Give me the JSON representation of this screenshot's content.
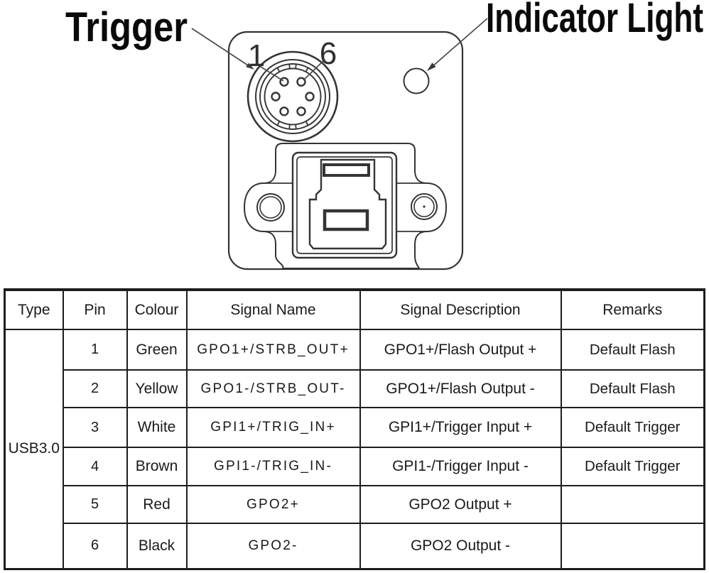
{
  "colors": {
    "background": "#ffffff",
    "drawing_line": "#343434",
    "table_border": "#1d1d1d",
    "text": "#141414"
  },
  "diagram": {
    "trigger_label": "Trigger",
    "indicator_label": "Indicator Light",
    "pin1_label": "1",
    "pin6_label": "6"
  },
  "table": {
    "headers": [
      "Type",
      "Pin",
      "Colour",
      "Signal Name",
      "Signal Description",
      "Remarks"
    ],
    "type_value": "USB3.0",
    "rows": [
      {
        "pin": "1",
        "colour": "Green",
        "signal_name": "GPO1+/STRB_OUT+",
        "signal_description": "GPO1+/Flash Output +",
        "remarks": "Default Flash"
      },
      {
        "pin": "2",
        "colour": "Yellow",
        "signal_name": "GPO1-/STRB_OUT-",
        "signal_description": "GPO1+/Flash Output -",
        "remarks": "Default Flash"
      },
      {
        "pin": "3",
        "colour": "White",
        "signal_name": "GPI1+/TRIG_IN+",
        "signal_description": "GPI1+/Trigger Input +",
        "remarks": "Default Trigger"
      },
      {
        "pin": "4",
        "colour": "Brown",
        "signal_name": "GPI1-/TRIG_IN-",
        "signal_description": "GPI1-/Trigger Input -",
        "remarks": "Default Trigger"
      },
      {
        "pin": "5",
        "colour": "Red",
        "signal_name": "GPO2+",
        "signal_description": "GPO2 Output +",
        "remarks": ""
      },
      {
        "pin": "6",
        "colour": "Black",
        "signal_name": "GPO2-",
        "signal_description": "GPO2 Output -",
        "remarks": ""
      }
    ]
  }
}
